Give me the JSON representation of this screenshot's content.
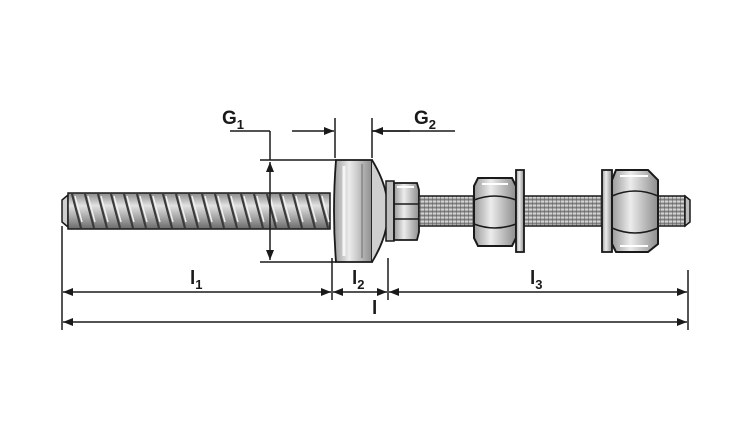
{
  "labels": {
    "g1": {
      "main": "G",
      "sub": "1"
    },
    "g2": {
      "main": "G",
      "sub": "2"
    },
    "l1": {
      "main": "l",
      "sub": "1"
    },
    "l2": {
      "main": "l",
      "sub": "2"
    },
    "l3": {
      "main": "l",
      "sub": "3"
    },
    "l_total": {
      "main": "l"
    }
  },
  "colors": {
    "line": "#1a1a1a",
    "steel_light": "#d9d9d9",
    "steel_mid": "#a9a9a9",
    "steel_dark": "#6d6d6d"
  }
}
